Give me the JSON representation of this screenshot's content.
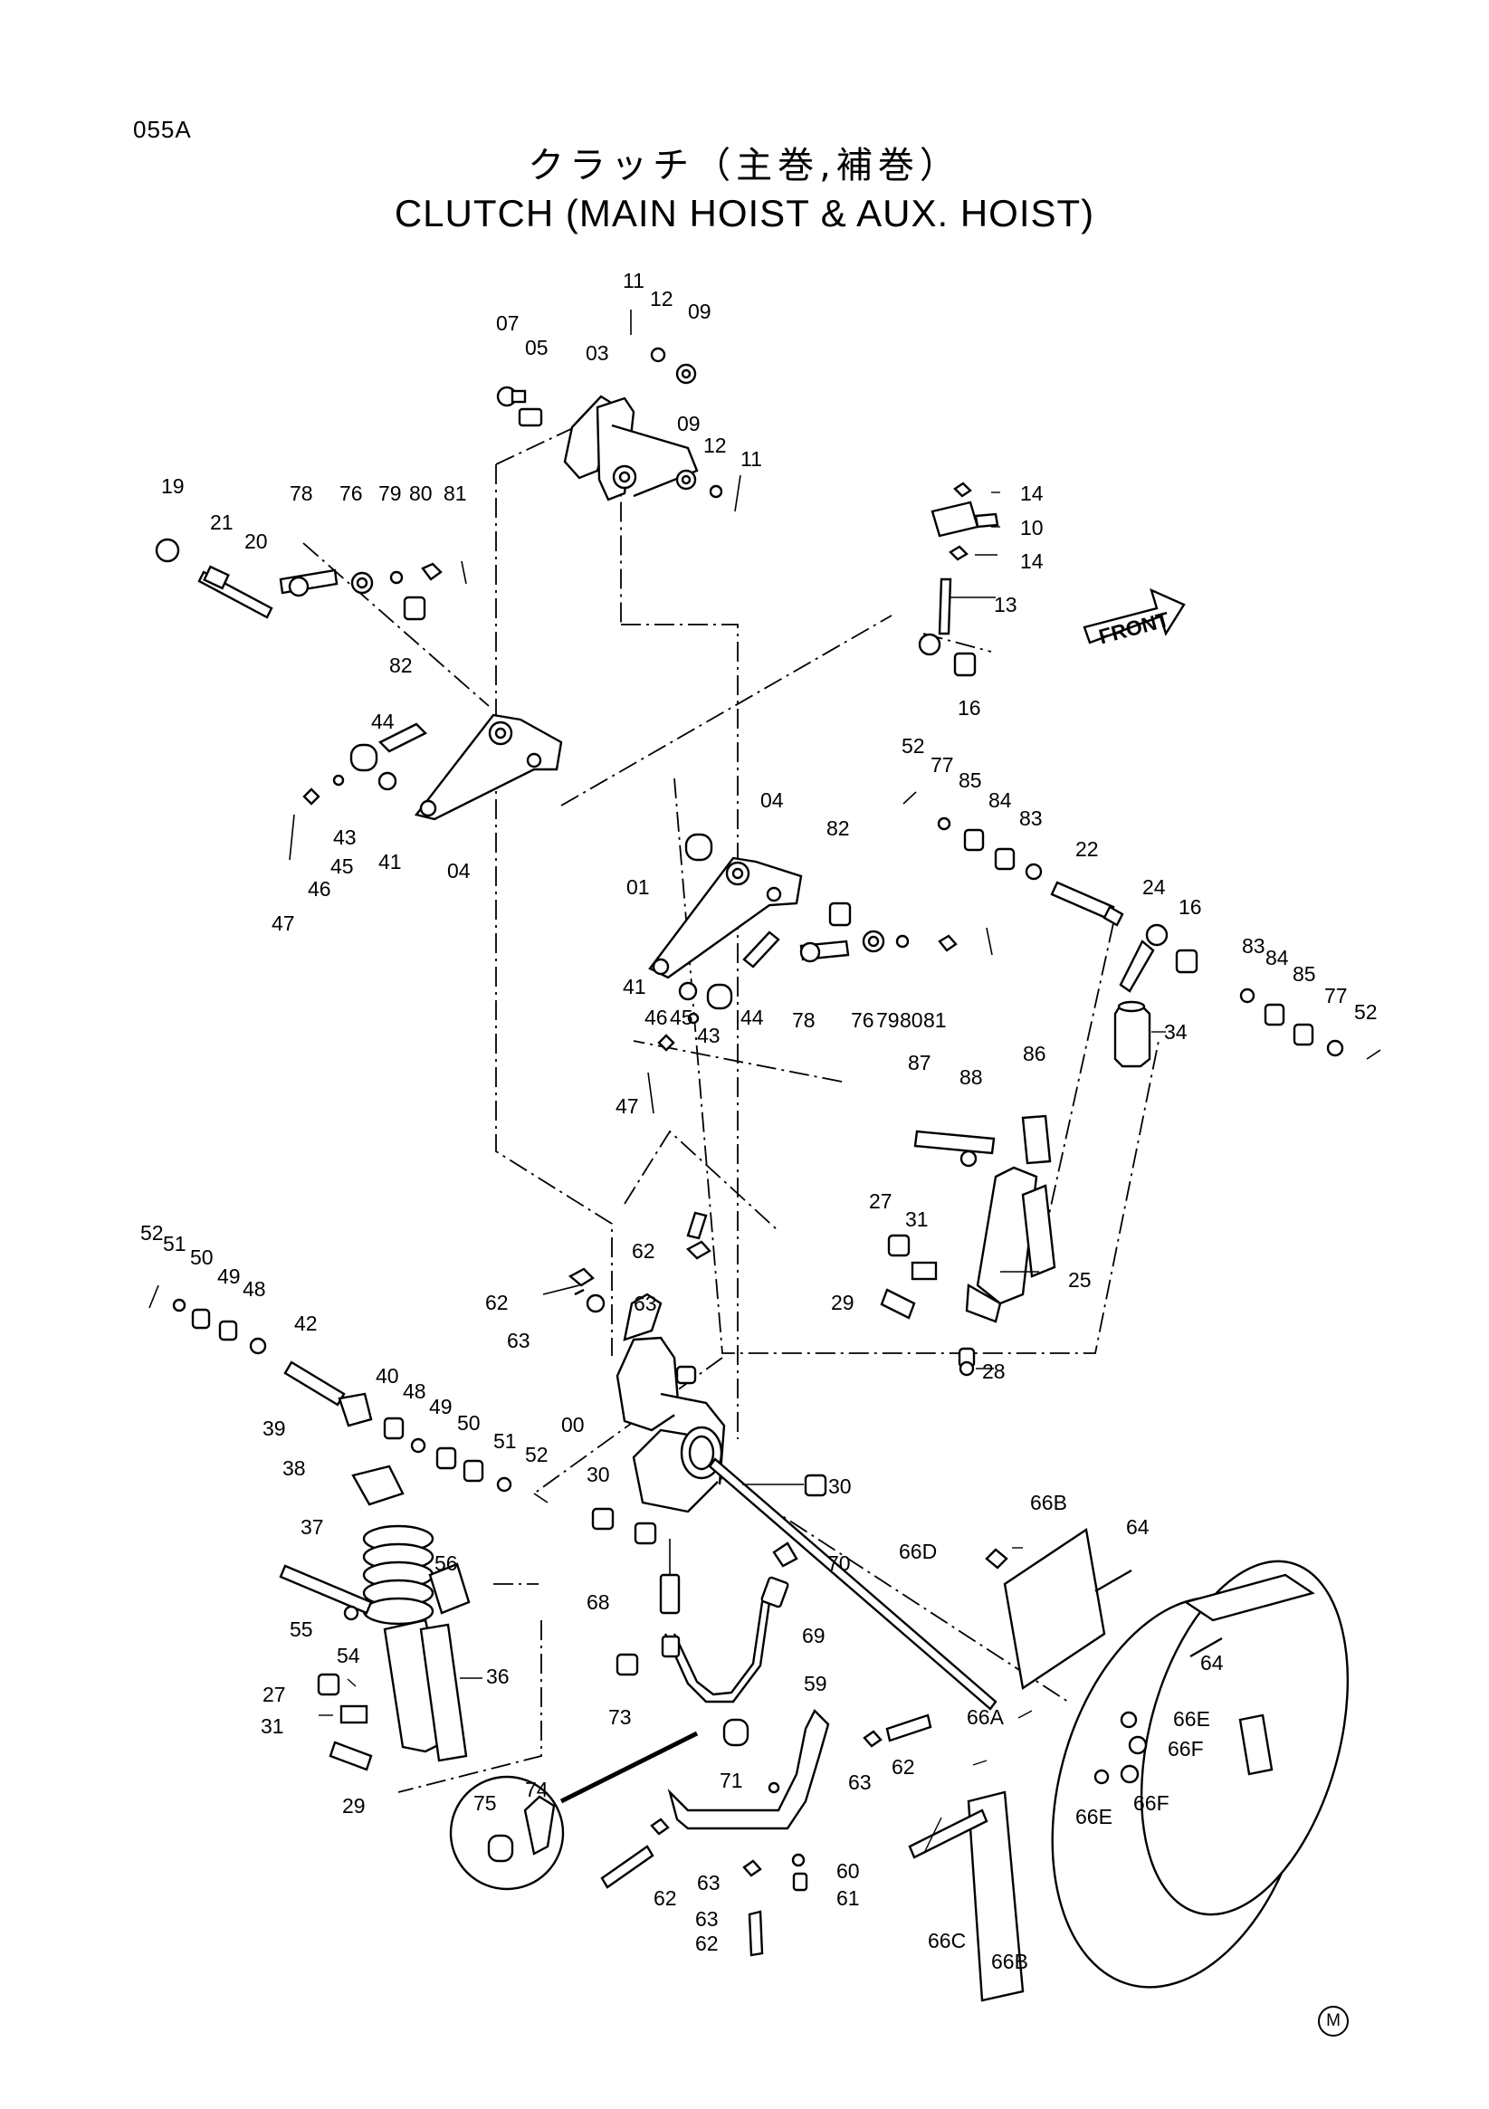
{
  "header": {
    "page_code": "055A",
    "title_jp": "クラッチ（主巻,補巻）",
    "title_en": "CLUTCH  (MAIN  HOIST & AUX. HOIST)"
  },
  "front_arrow": "FRONT",
  "corner_mark": "M",
  "callouts": [
    "11",
    "12",
    "09",
    "07",
    "05",
    "03",
    "09",
    "12",
    "11",
    "14",
    "10",
    "14",
    "13",
    "16",
    "19",
    "21",
    "20",
    "78",
    "76",
    "79",
    "80",
    "81",
    "82",
    "44",
    "43",
    "45",
    "46",
    "47",
    "41",
    "04",
    "52",
    "77",
    "85",
    "84",
    "83",
    "22",
    "24",
    "16",
    "04",
    "82",
    "01",
    "41",
    "44",
    "78",
    "76",
    "79",
    "80",
    "81",
    "43",
    "45",
    "46",
    "47",
    "83",
    "84",
    "85",
    "77",
    "52",
    "34",
    "87",
    "88",
    "86",
    "27",
    "31",
    "25",
    "29",
    "28",
    "62",
    "63",
    "62",
    "63",
    "52",
    "51",
    "50",
    "49",
    "48",
    "42",
    "40",
    "48",
    "49",
    "50",
    "51",
    "52",
    "39",
    "38",
    "00",
    "30",
    "30",
    "37",
    "55",
    "54",
    "56",
    "36",
    "27",
    "31",
    "29",
    "68",
    "69",
    "70",
    "73",
    "71",
    "59",
    "63",
    "62",
    "75",
    "74",
    "63",
    "62",
    "63",
    "62",
    "60",
    "61",
    "66B",
    "64",
    "66D",
    "64",
    "66A",
    "66E",
    "66F",
    "66F",
    "66E",
    "66C",
    "66B"
  ]
}
